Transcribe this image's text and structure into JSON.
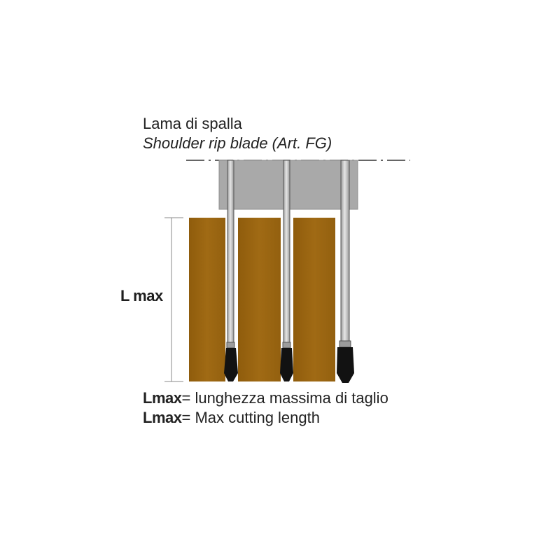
{
  "title": {
    "italian": "Lama di spalla",
    "english": "Shoulder rip blade (Art. FG)"
  },
  "dimension": {
    "label": "L max"
  },
  "legend": [
    {
      "term": "Lmax",
      "definition": "= lunghezza massima di taglio"
    },
    {
      "term": "Lmax",
      "definition": "= Max cutting length"
    }
  ],
  "colors": {
    "wood": "#9a6510",
    "tool_body": "#a8a8a8",
    "blade_shaft": "#cfcfcf",
    "blade_tip": "#111111",
    "text": "#222222",
    "dimension_line": "#888888"
  }
}
